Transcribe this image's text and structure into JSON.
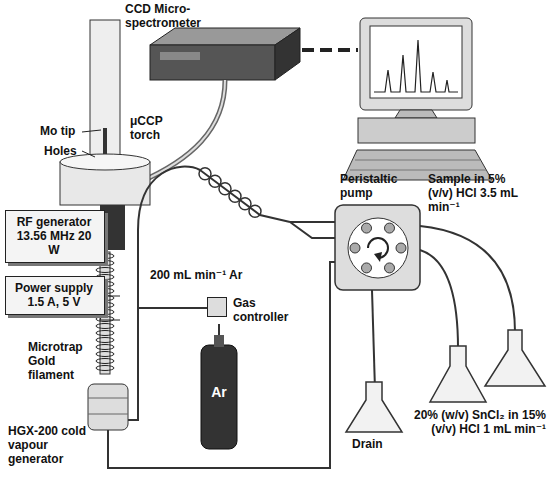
{
  "diagram": {
    "nodes": [
      {
        "text": [
          "RF generator 13.56 MHz 20 W"
        ]
      },
      {
        "text": [
          "Power supply 1.5 A, 5 V"
        ]
      },
      {
        "text": [
          "Gas controller"
        ]
      },
      {
        "text": [
          "Ar"
        ]
      }
    ],
    "edges": [
      {
        "from": 3,
        "to": 2,
        "arrow": "none"
      }
    ],
    "labels": [
      "CCD Micro-spectrometer",
      "μCCP torch",
      "Mo tip",
      "Holes",
      "Peristaltic pump",
      "Sample in 5% (v/v) HCl 3.5 mL min⁻¹",
      "200 mL min⁻¹ Ar",
      "Microtrap Gold filament",
      "HGX-200 cold vapour generator",
      "Drain",
      "20% (w/v) SnCl₂ in 15% (v/v) HCl 1 mL min⁻¹"
    ]
  }
}
